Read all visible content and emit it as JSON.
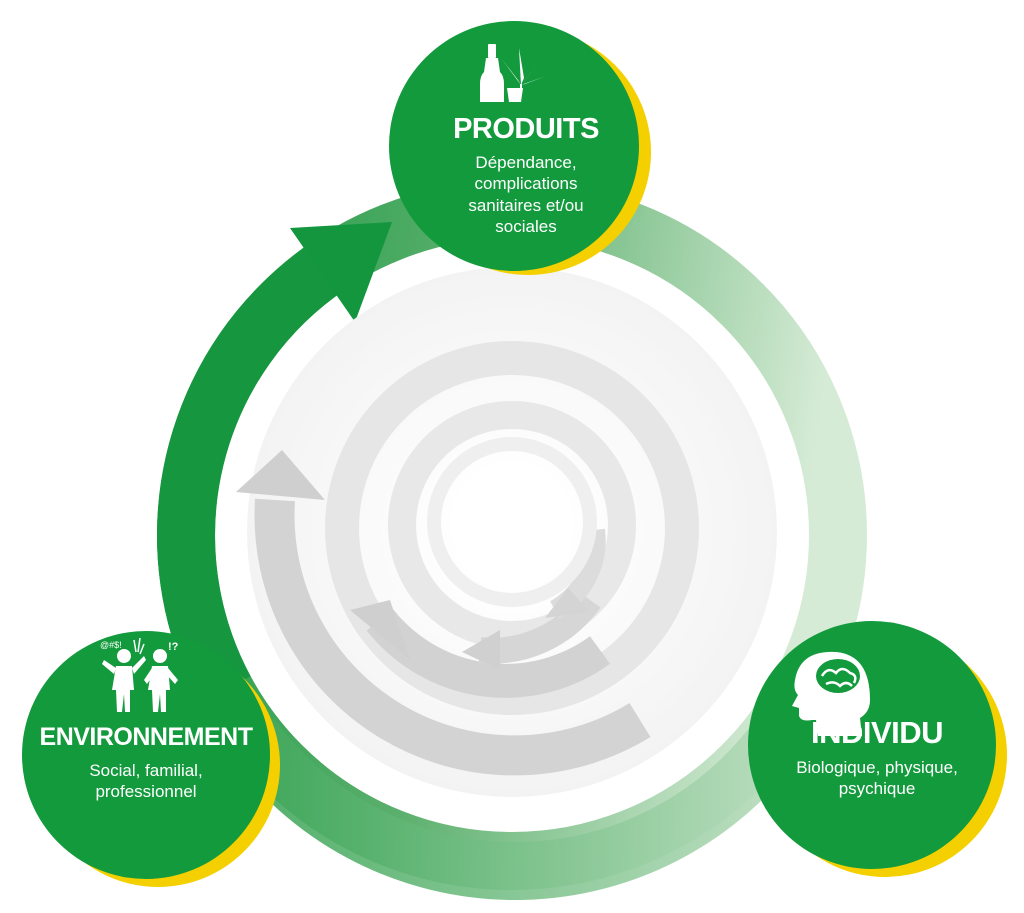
{
  "colors": {
    "green": "#0f9a3a",
    "yellow": "#f5d000",
    "ring_light": "#d8ecd8",
    "gray_arrow": "#c4c4c4"
  },
  "nodes": {
    "produits": {
      "title": "PRODUITS",
      "desc_lines": [
        "Dépendance,",
        "complications",
        "sanitaires et/ou",
        "sociales"
      ],
      "icons": [
        "bottle-icon",
        "cannabis-leaf-icon",
        "glass-icon"
      ]
    },
    "individu": {
      "title": "INDIVIDU",
      "desc_lines": [
        "Biologique, physique,",
        "psychique"
      ],
      "icons": [
        "head-brain-icon"
      ]
    },
    "environnement": {
      "title": "ENVIRONNEMENT",
      "desc_lines": [
        "Social, familial,",
        "professionnel"
      ],
      "icons": [
        "arguing-people-icon"
      ]
    }
  }
}
